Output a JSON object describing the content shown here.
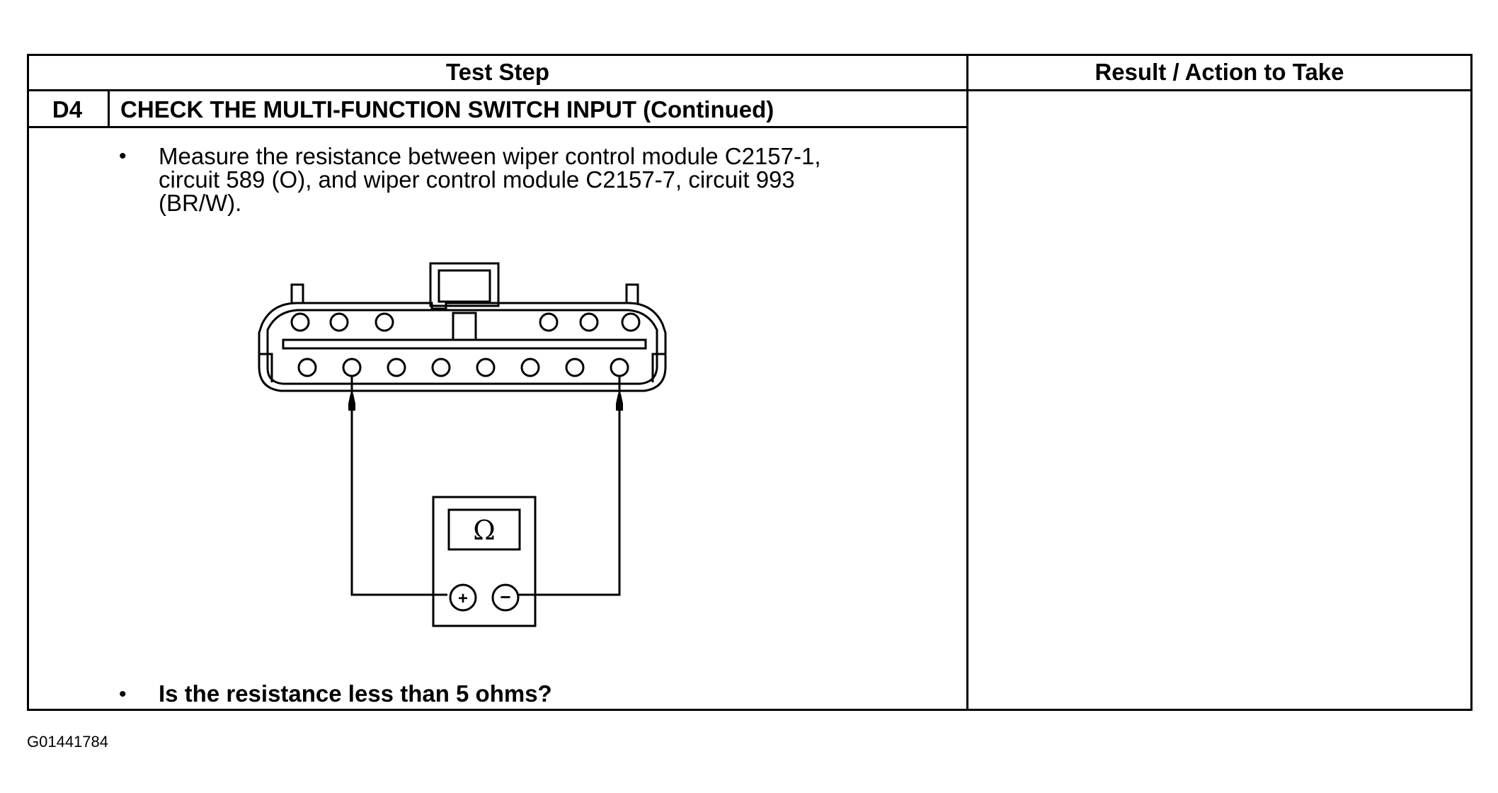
{
  "table": {
    "header": {
      "test_step": "Test Step",
      "result_action": "Result / Action to Take"
    },
    "step": {
      "id": "D4",
      "title": "CHECK THE MULTI-FUNCTION SWITCH INPUT (Continued)",
      "instruction_line1": "Measure the resistance between wiper control module C2157-1,",
      "instruction_line2": "circuit 589 (O), and wiper control module C2157-7, circuit 993",
      "instruction_line3": "(BR/W).",
      "question": "Is the resistance less than 5 ohms?"
    }
  },
  "diagram": {
    "meter_symbol": "Ω",
    "plus_symbol": "+",
    "minus_symbol": "−"
  },
  "figure_id": "G01441784"
}
